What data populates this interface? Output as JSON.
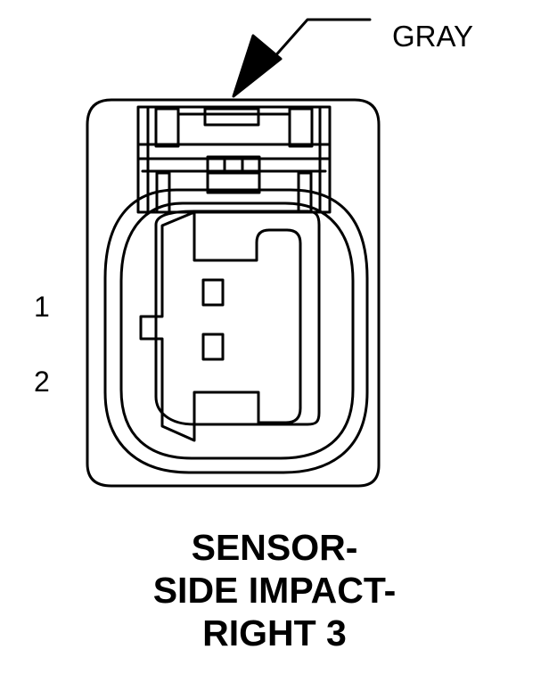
{
  "connector": {
    "color_label": "GRAY",
    "pins": [
      "1",
      "2"
    ],
    "title_lines": [
      "SENSOR-",
      "SIDE IMPACT-",
      "RIGHT 3"
    ]
  },
  "colors": {
    "line": "#000000",
    "background": "#ffffff"
  }
}
